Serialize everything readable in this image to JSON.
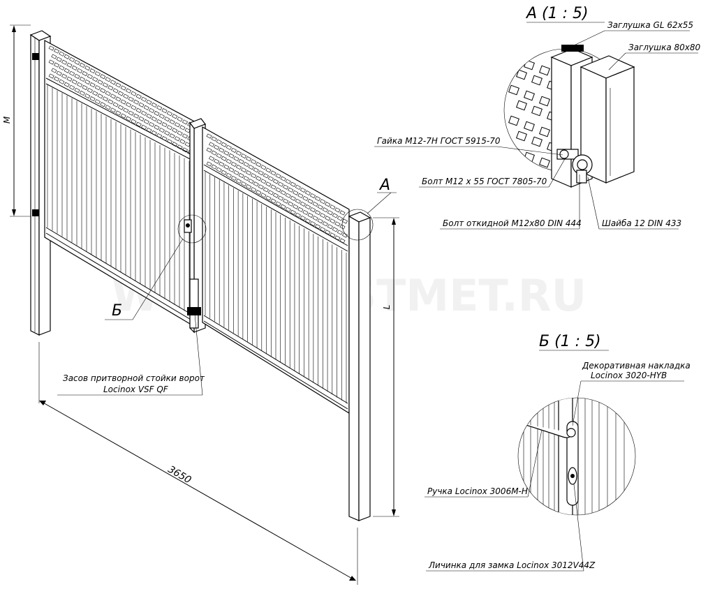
{
  "watermark": "WWW.WESTMET.RU",
  "main_view": {
    "dim_width": "3650",
    "dim_height_left": "M",
    "dim_height_right": "L",
    "callout_a": "А",
    "callout_b": "Б",
    "bolt_label": "Засов притворной стойки ворот",
    "bolt_model": "Locinox VSF QF"
  },
  "detail_a": {
    "title": "А (1 : 5)",
    "labels": [
      "Заглушка GL 62x55",
      "Заглушка 80x80",
      "Гайка М12-7Н ГОСТ 5915-70",
      "Болт М12 х 55 ГОСТ 7805-70",
      "Болт откидной М12х80 DIN 444",
      "Шайба 12  DIN 433"
    ]
  },
  "detail_b": {
    "title": "Б (1 : 5)",
    "labels": [
      "Декоративная накладка",
      "Locinox 3020-HYB",
      "Ручка Locinox 3006M-H",
      "Личинка для замка Locinox 3012V44Z"
    ]
  }
}
